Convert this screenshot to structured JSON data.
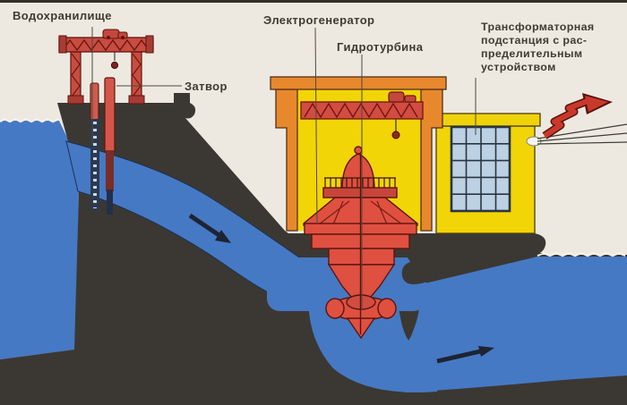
{
  "figure": {
    "type": "schematic-diagram",
    "subject": "hydroelectric power station cross-section"
  },
  "labels": {
    "reservoir": {
      "text": "Водохранилище"
    },
    "gate": {
      "text": "Затвор"
    },
    "generator": {
      "text": "Электрогенератор"
    },
    "turbine": {
      "text": "Гидротурбина"
    },
    "substation": {
      "lines": [
        "Трансформаторная",
        "подстанция с рас-",
        "пределительным",
        "устройством"
      ]
    }
  },
  "icons": {
    "lightning_arrow": "zigzag-arrow-up-right",
    "flow_arrow_penstock": "arrow-down-right",
    "flow_arrow_tailrace": "arrow-right",
    "crane_hook": "hook",
    "trash_rack": "dotted-rack"
  },
  "colors": {
    "sky": "#EDE9E0",
    "water": "#4679C4",
    "dam": "#3B3833",
    "building_orange": "#E8882C",
    "building_yellow": "#F1D506",
    "machine_red": "#DF5040",
    "machine_outline": "#5C150E",
    "crane_red": "#C84C40",
    "window_pane_blue": "#BCD1E3",
    "window_grid": "#2A3542",
    "lightning_red": "#C9392B",
    "flow_arrow": "#1D2433",
    "label_text": "#3E3B31"
  }
}
